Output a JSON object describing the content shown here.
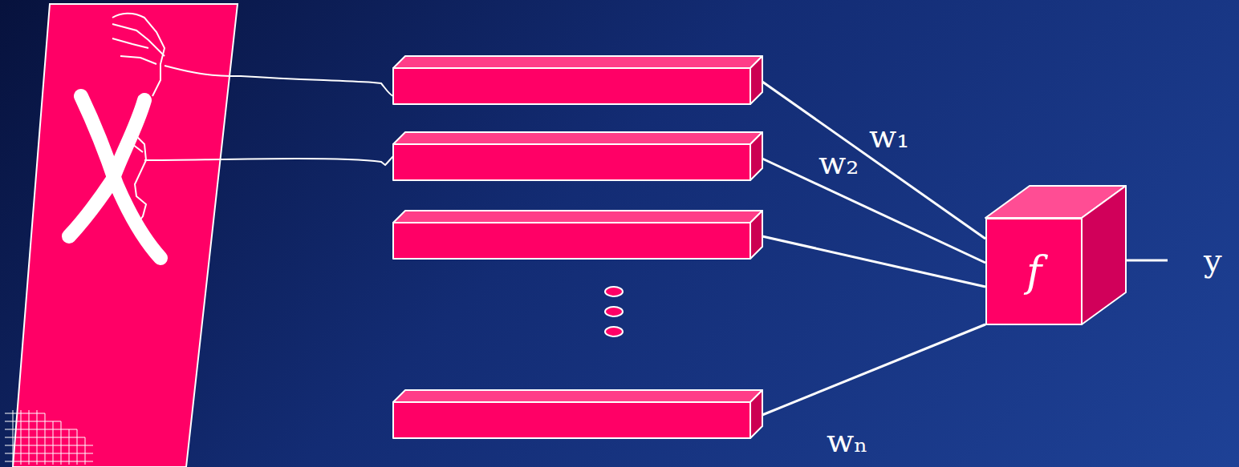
{
  "diagram": {
    "nodes": [
      {
        "text": [
          "f"
        ]
      }
    ],
    "labels": [
      "w₁",
      "w₂",
      "wₙ",
      "y"
    ]
  }
}
